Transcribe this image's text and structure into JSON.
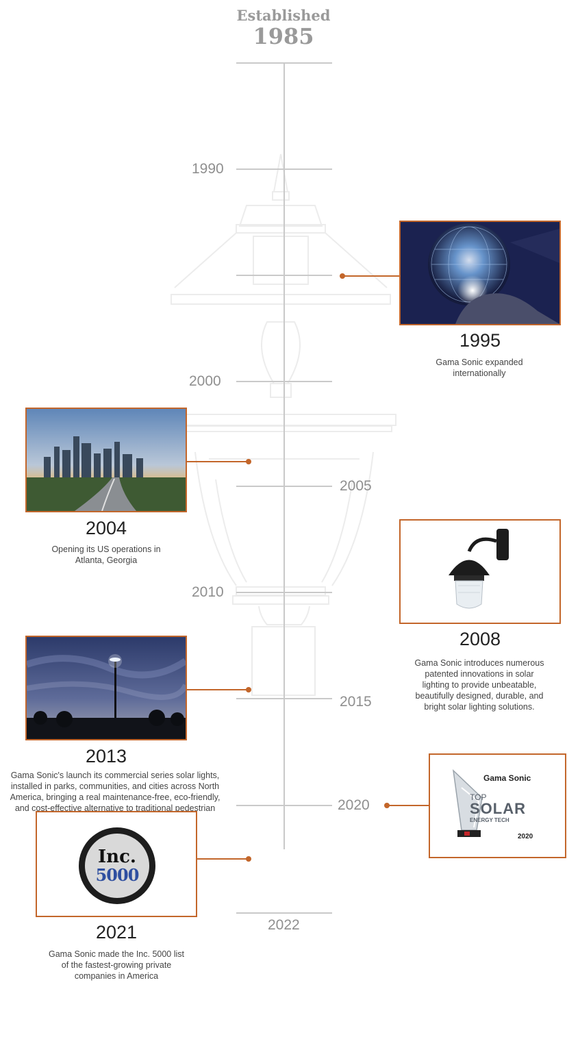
{
  "header": {
    "label": "Established",
    "year": "1985"
  },
  "ticks": [
    "1990",
    "2000",
    "2005",
    "2010",
    "2015",
    "2020",
    "2022"
  ],
  "events": [
    {
      "year": "1995",
      "text": "Gama Sonic expanded internationally"
    },
    {
      "year": "2004",
      "text": "Opening its US operations in Atlanta, Georgia"
    },
    {
      "year": "2008",
      "text": "Gama Sonic introduces numerous patented innovations in solar lighting to provide unbeatable, beautifully designed, durable, and bright solar lighting solutions."
    },
    {
      "year": "2013",
      "text": "Gama Sonic's launch its commercial series solar lights, installed in parks, communities, and cities across North America, bringing a real maintenance-free, eco-friendly, and cost-effective alternative to traditional pedestrian lighting"
    },
    {
      "year": "2021",
      "text": "Gama Sonic made the Inc. 5000 list of the fastest-growing private companies in America"
    }
  ],
  "award": {
    "brand": "Gama Sonic",
    "top": "TOP",
    "solar": "SOLAR",
    "sub": "ENERGY TECH",
    "year": "2020"
  },
  "inc": {
    "word": "Inc.",
    "number": "5000"
  },
  "colors": {
    "accent": "#c3662a",
    "line": "#cccccc",
    "tick_text": "#8f8f8f"
  }
}
